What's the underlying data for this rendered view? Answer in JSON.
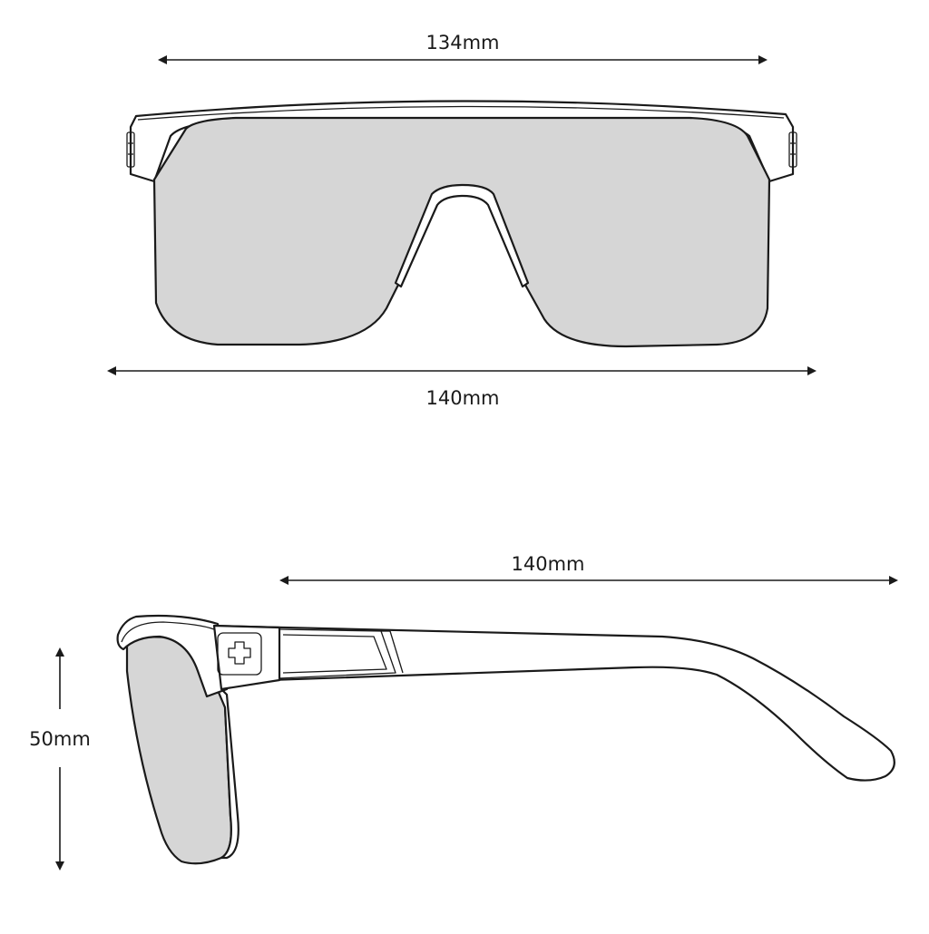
{
  "dimensions": {
    "front_top_width": "134mm",
    "front_bottom_width": "140mm",
    "side_temple_length": "140mm",
    "side_height": "50mm"
  },
  "colors": {
    "lens": "#d6d6d6",
    "line": "#1a1a1a",
    "frame": "#ffffff"
  }
}
